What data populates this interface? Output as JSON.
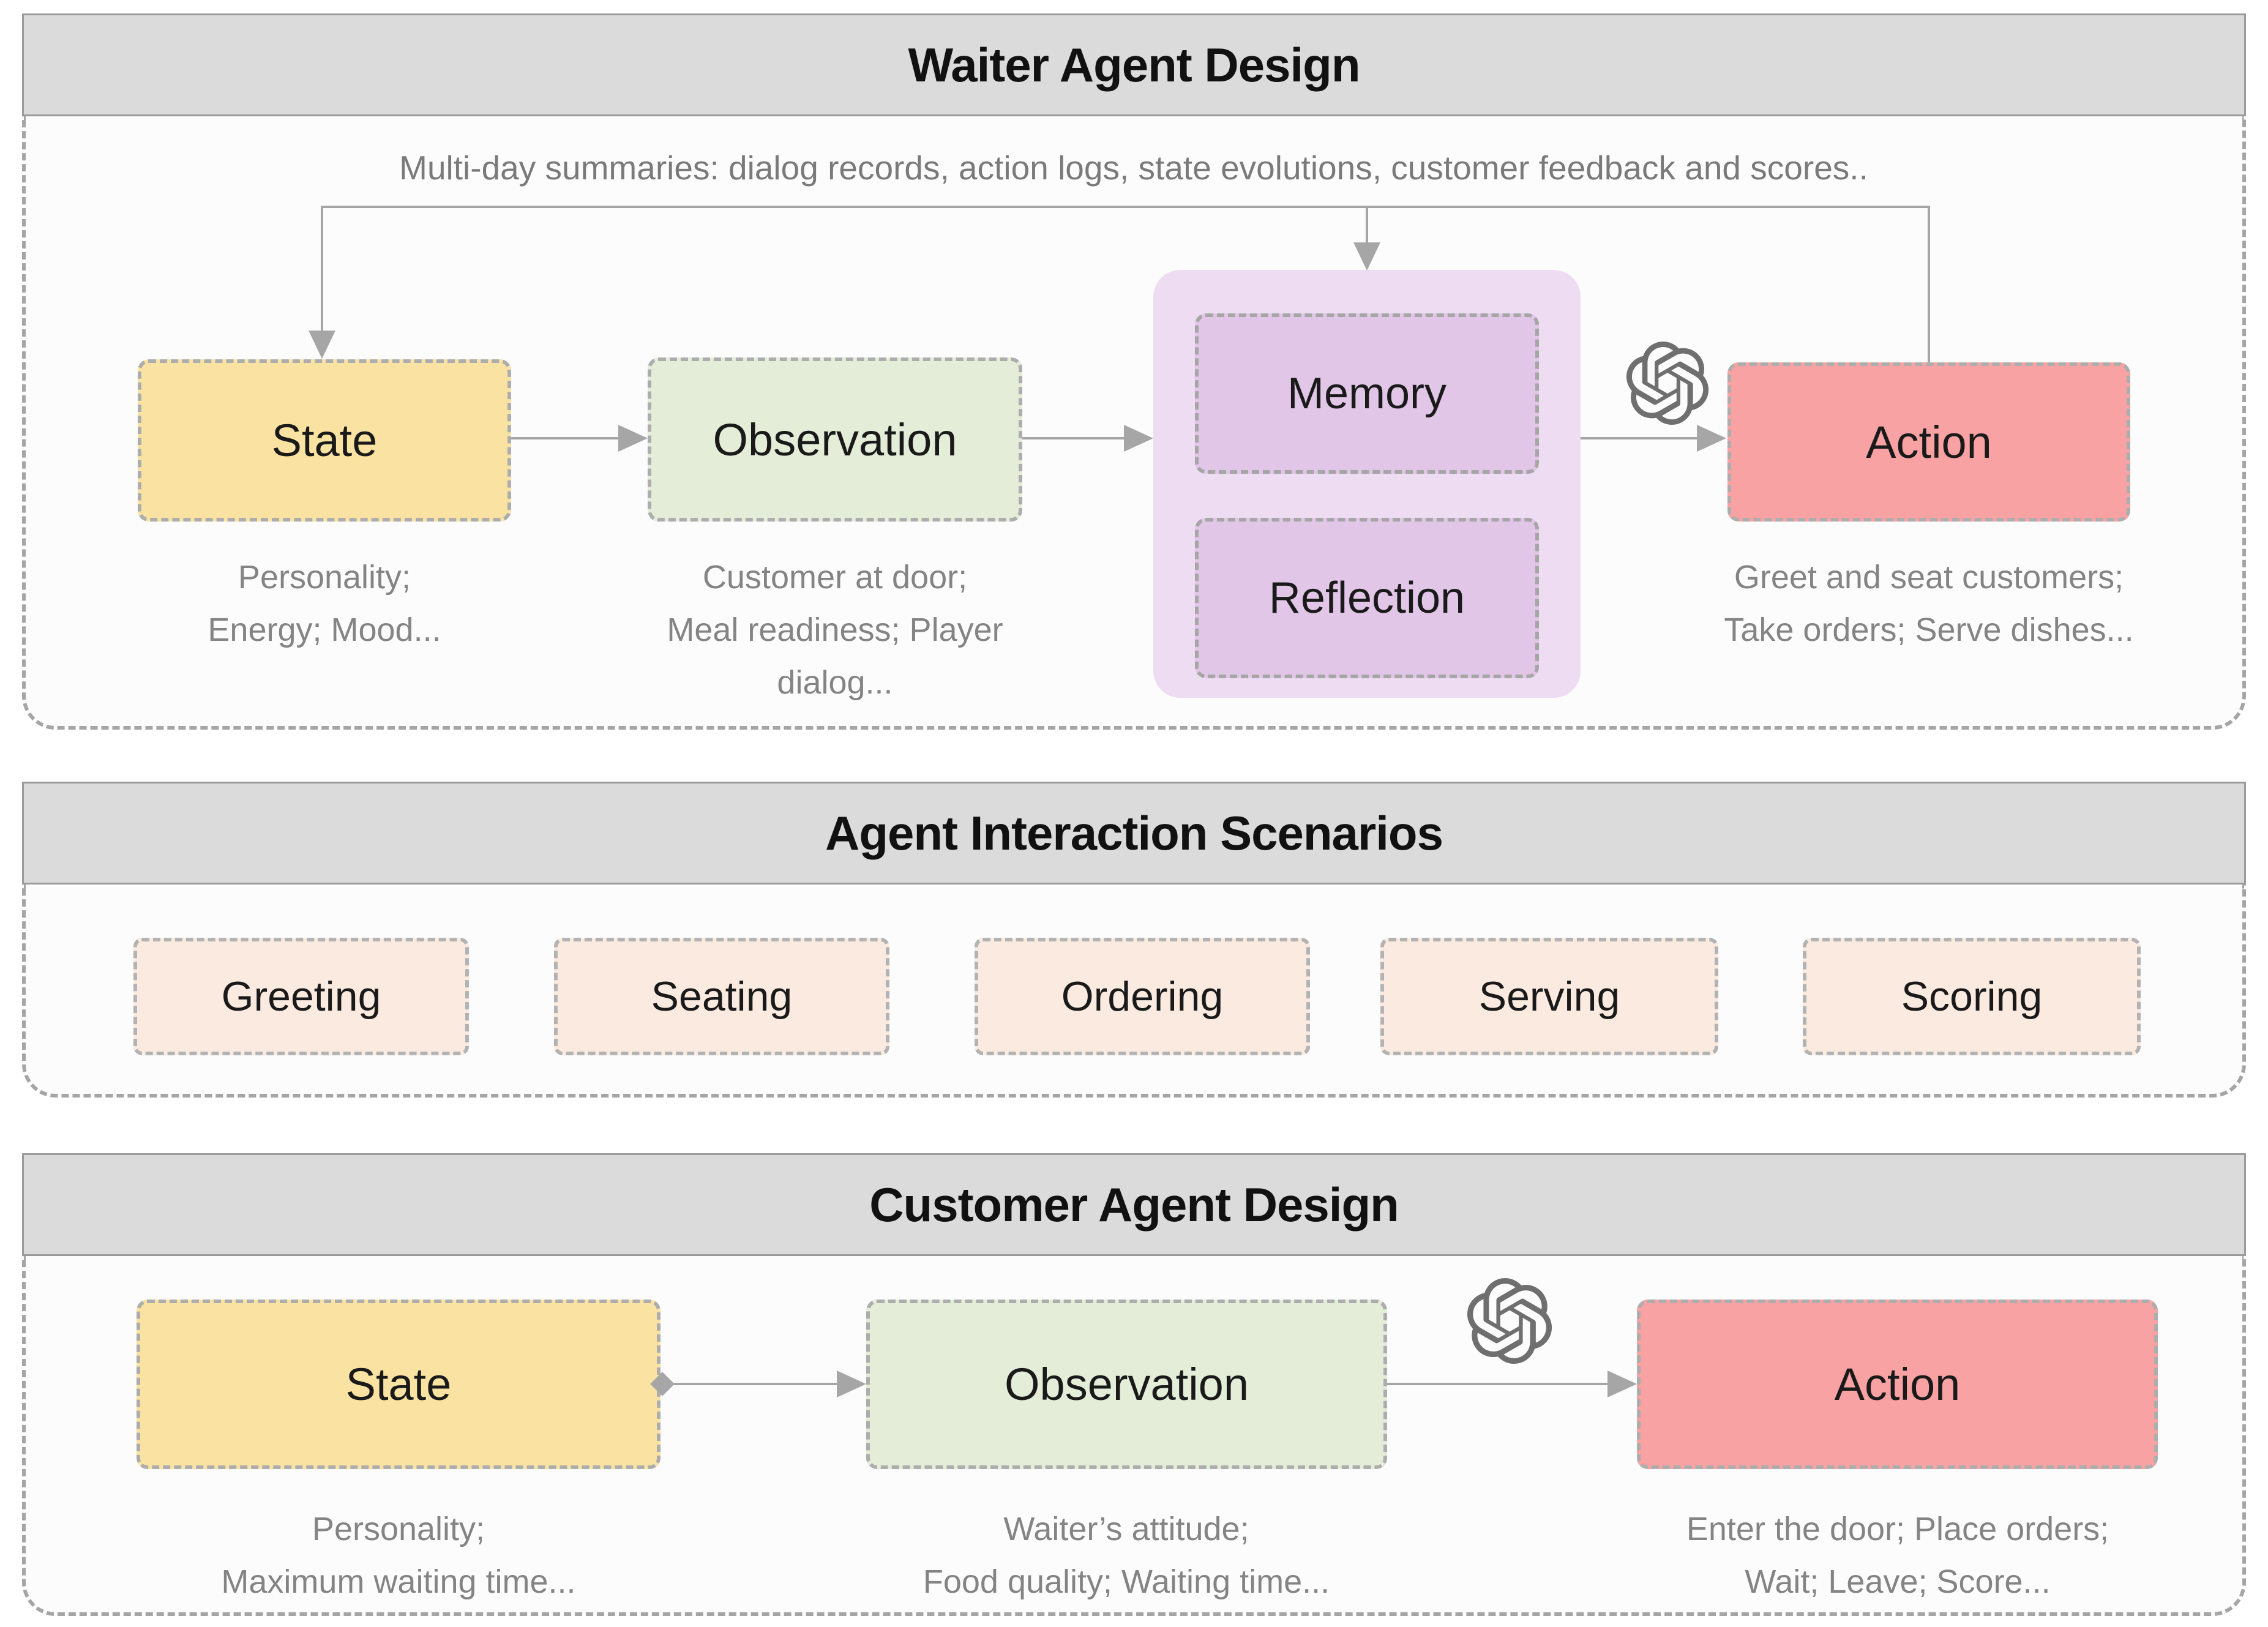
{
  "colors": {
    "header_bg": "#dbdbdb",
    "state_fill": "#fae3a2",
    "observation_fill": "#e3edd8",
    "memory_group_fill": "#eddcf2",
    "memory_fill": "#e2c6e8",
    "action_fill": "#f9a2a3",
    "scenario_fill": "#fbeadf",
    "connector": "#a6a6a6",
    "subtext": "#848484"
  },
  "waiter_section": {
    "title": "Waiter Agent Design",
    "annotation": "Multi-day summaries: dialog records, action logs, state evolutions, customer feedback and scores..",
    "state": {
      "label": "State",
      "desc_line1": "Personality;",
      "desc_line2": "Energy; Mood..."
    },
    "observation": {
      "label": "Observation",
      "desc_line1": "Customer at door;",
      "desc_line2": "Meal readiness; Player dialog..."
    },
    "memory_label": "Memory",
    "reflection_label": "Reflection",
    "action": {
      "label": "Action",
      "desc_line1": "Greet and seat customers;",
      "desc_line2": "Take orders; Serve dishes..."
    }
  },
  "scenarios_section": {
    "title": "Agent Interaction Scenarios",
    "items": [
      {
        "label": "Greeting"
      },
      {
        "label": "Seating"
      },
      {
        "label": "Ordering"
      },
      {
        "label": "Serving"
      },
      {
        "label": "Scoring"
      }
    ]
  },
  "customer_section": {
    "title": "Customer Agent Design",
    "state": {
      "label": "State",
      "desc_line1": "Personality;",
      "desc_line2": "Maximum waiting time..."
    },
    "observation": {
      "label": "Observation",
      "desc_line1": "Waiter’s attitude;",
      "desc_line2": "Food quality; Waiting time..."
    },
    "action": {
      "label": "Action",
      "desc_line1": "Enter the door; Place orders;",
      "desc_line2": "Wait; Leave; Score..."
    }
  },
  "icons": {
    "llm": "openai-logo"
  }
}
